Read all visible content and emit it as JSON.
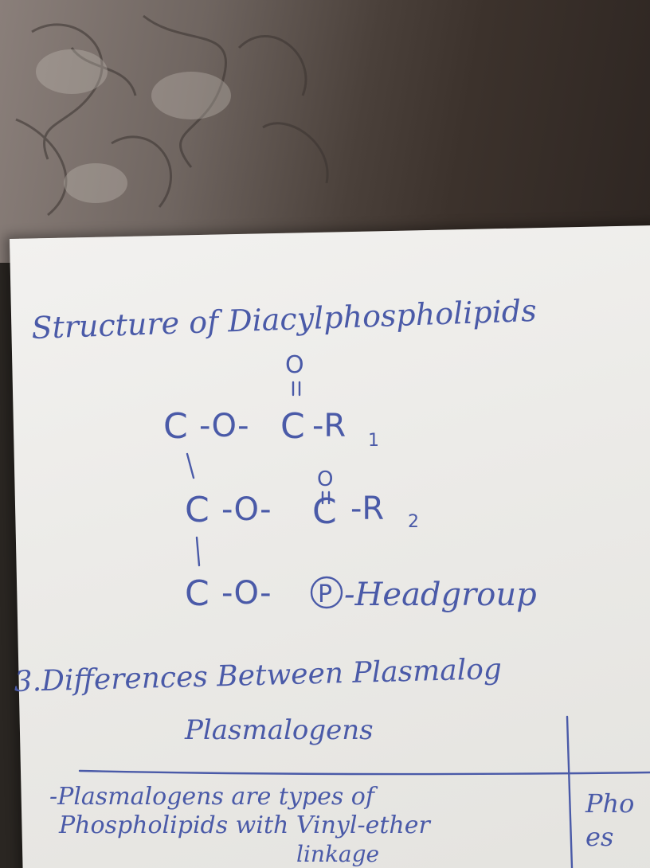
{
  "note": {
    "heading": "Structure of Diacylphospholipids",
    "formula": {
      "row1": {
        "atom": "C",
        "link": "-O-",
        "carbonyl": "C",
        "dbl": "O",
        "group": "-R",
        "sub": "1"
      },
      "row2": {
        "atom": "C",
        "link": "-O-",
        "carbonyl": "C",
        "dbl": "O",
        "group": "-R",
        "sub": "2"
      },
      "row3": {
        "atom": "C",
        "link": "-O-",
        "phosphate": "P",
        "group": "-Headgroup"
      }
    },
    "section_title": "3.Differences Between Plasmalog",
    "table": {
      "col1_header": "Plasmalogens",
      "col1_line1": "-Plasmalogens are types of",
      "col1_line2": "Phospholipids with Vinyl-ether",
      "col1_line3": "linkage",
      "col2_line1": "Pho",
      "col2_line2": "es"
    }
  },
  "colors": {
    "ink": "#4a5aa8",
    "paper": "#eceae6",
    "fabric": "#6f6560"
  }
}
